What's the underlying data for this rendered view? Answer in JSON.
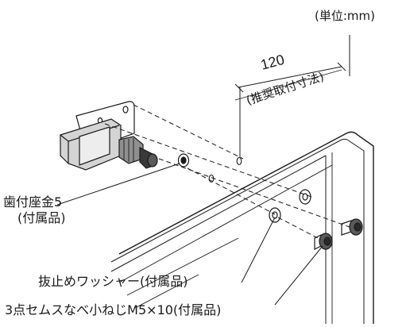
{
  "unit_label": "(単位:mm)",
  "dimension": {
    "value": "120",
    "note": "(推奨取付寸法)"
  },
  "labels": {
    "toothed_washer_line1": "歯付座金5",
    "toothed_washer_line2": "(付属品)",
    "lock_washer": "抜止めワッシャー(付属品)",
    "screw": "3点セムスなべ小ねじM5×10(付属品)"
  },
  "colors": {
    "line": "#1a1a1a",
    "panel_fill": "#ffffff",
    "part_shade": "#9a9a9a",
    "part_dark": "#3a3a3a"
  }
}
